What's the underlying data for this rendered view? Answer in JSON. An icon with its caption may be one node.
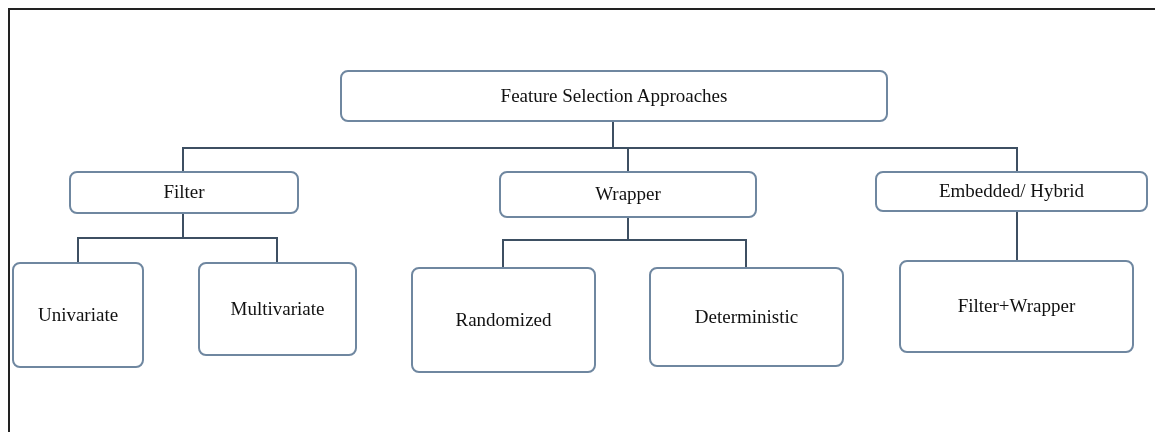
{
  "diagram": {
    "nodes": [
      {
        "text": [
          "Feature Selection Approaches"
        ]
      },
      {
        "text": [
          "Filter"
        ]
      },
      {
        "text": [
          "Wrapper"
        ]
      },
      {
        "text": [
          "Embedded/ Hybrid"
        ]
      },
      {
        "text": [
          "Univariate"
        ]
      },
      {
        "text": [
          "Multivariate"
        ]
      },
      {
        "text": [
          "Randomized"
        ]
      },
      {
        "text": [
          "Deterministic"
        ]
      },
      {
        "text": [
          "Filter+Wrapper"
        ]
      }
    ],
    "edges": [
      {
        "from": 0,
        "to": 1,
        "arrow": "none"
      },
      {
        "from": 0,
        "to": 2,
        "arrow": "none"
      },
      {
        "from": 0,
        "to": 3,
        "arrow": "none"
      },
      {
        "from": 1,
        "to": 4,
        "arrow": "none"
      },
      {
        "from": 1,
        "to": 5,
        "arrow": "none"
      },
      {
        "from": 2,
        "to": 6,
        "arrow": "none"
      },
      {
        "from": 2,
        "to": 7,
        "arrow": "none"
      },
      {
        "from": 3,
        "to": 8,
        "arrow": "none"
      }
    ]
  }
}
